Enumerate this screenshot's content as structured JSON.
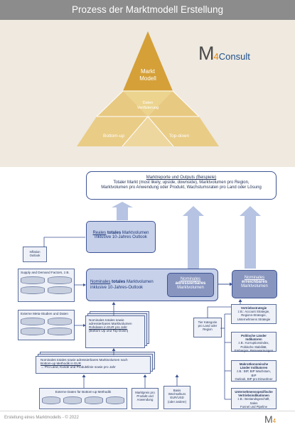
{
  "header": {
    "title": "Prozess der Marktmodell Erstellung"
  },
  "logo": {
    "m4": "M",
    "four": "4",
    "consult": "Consult"
  },
  "pyramid": {
    "top": "Markt\nModell",
    "center": "Daten\nVerifizierung",
    "left": "Bottom-up",
    "right": "Top-down"
  },
  "outputs": {
    "title": "Marktreporte und Outputs (Beispiele)",
    "line1": "Totaler Markt (most likely, upside, downside), Marktvolumen pro Region,",
    "line2": "Marktvolumen pro Anwendung oder Produkt, Wachstumsraten pro Land oder Lösung"
  },
  "real_total": {
    "line1a": "Reales",
    "line1b": "totales",
    "line1c": "Marktvolumen",
    "line2": "inklusive 10-Jahres Outlook"
  },
  "inflation": {
    "label": "Inflation\nOutlook"
  },
  "nominal_total": {
    "line1a": "Nominales",
    "line1b": "totales",
    "line1c": "Marktvolumen",
    "line2": "inklusive 10-Jahres-Outlook"
  },
  "nominal_addressable": {
    "l1": "Nominales",
    "l2": "adressierbares",
    "l3": "Marktvolumen"
  },
  "nominal_reachable": {
    "l1": "Nominales",
    "l2": "erreichbares",
    "l3": "Marktvolumen"
  },
  "supply_demand": {
    "label": "Supply and Demand Factors, z.B."
  },
  "meta_studies": {
    "label": "Externe Meta-Studien und Daten"
  },
  "addressable_box": {
    "l1": "Nominales totales sowie",
    "l2": "adressierbares Marktvolumen",
    "l3": "Rohdaten  in EUR pro Jahr",
    "l4": "(Bottom Up und Top Down)"
  },
  "bottom_up_box": {
    "l1": "Nominales totales sowie adressierbares Marktvolumen nach",
    "l2": "Bottom-up Methodik  in EUR",
    "l3": "→  Pro Land, Kunde und Produktlinie sowie pro Jahr"
  },
  "external_data": {
    "label": "Externe Daten für Bottom-up Methodik"
  },
  "market_price": {
    "label": "Marktpreis pro\nProdukt und\nAnwendung"
  },
  "fx": {
    "label": "Basis\nWechselkurs\nEUR/USD\n(oder andere)"
  },
  "tier": {
    "label": "Tier Kategorie\npro Land oder\nRegion"
  },
  "indicators": [
    {
      "title": "Vertriebsstrategie",
      "text": "z.B.: Account Strategie,\nRegions-Strategie,\nUnternehmens Strategie"
    },
    {
      "title": "Politische Länder Indikatoren",
      "text": "z.B.: Korruptionsindex,\nPolitische Stabilität,\nEmbargos, Reisewarnungen"
    },
    {
      "title": "Makroökonomische\nLänder Indikatoren",
      "text": "z.B.: BIP, BIP Wachstum, BIP\nOutlook, BIP pro Einwohner"
    },
    {
      "title": "Unternehmensspezifische\nVertriebsindikationen",
      "text": "z.B.: Bestandsgeschäft, Sales\nFunnel und Pipeline"
    }
  ],
  "footer": {
    "left": "Erstellung eines Marktmodells - © 2022",
    "logo_m": "M",
    "logo_four": "4"
  },
  "colors": {
    "header": "#8c8c8c",
    "band": "#efe9df",
    "pyramid_dark": "#d7a13a",
    "pyramid_light": "#eacd8c",
    "blue_dark": "#3d5494",
    "blue_light": "#c7d1ea",
    "arrow": "#b6c3e2"
  }
}
